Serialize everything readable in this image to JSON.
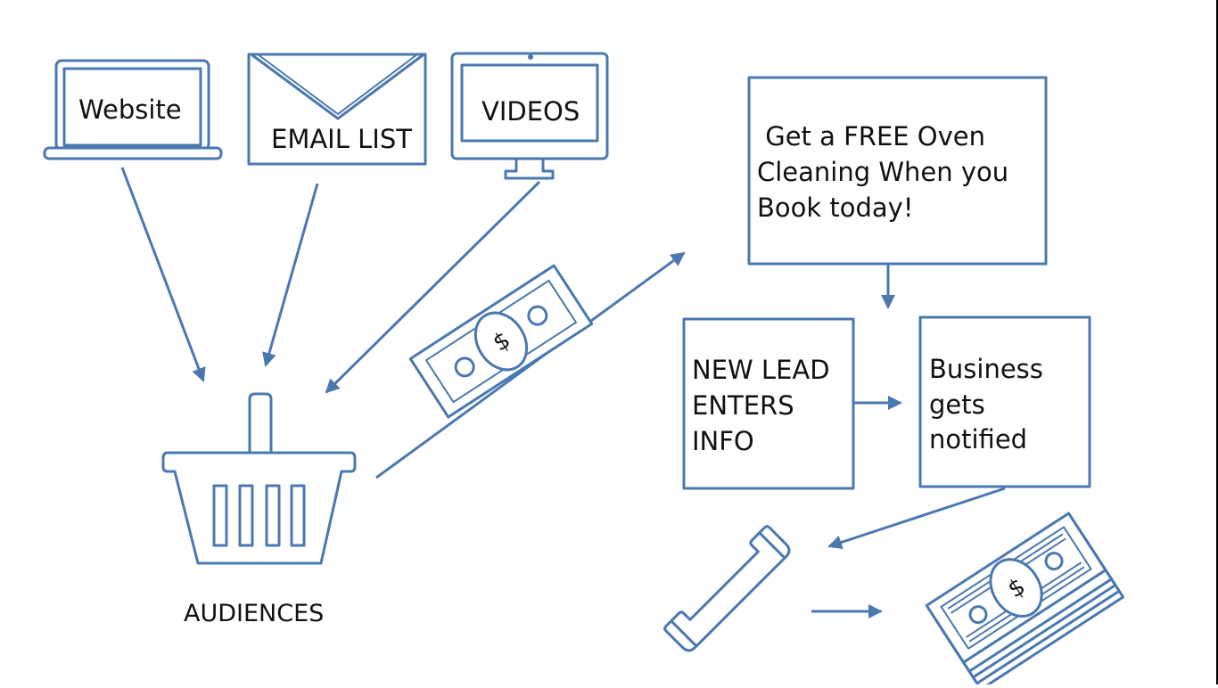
{
  "diagram": {
    "sources": [
      {
        "id": "website",
        "label": "Website",
        "icon": "laptop-icon"
      },
      {
        "id": "email",
        "label": "EMAIL LIST",
        "icon": "envelope-icon"
      },
      {
        "id": "videos",
        "label": "VIDEOS",
        "icon": "monitor-icon"
      }
    ],
    "audience": {
      "label": "AUDIENCES",
      "icon": "basket-icon"
    },
    "offer": {
      "lines": [
        " Get a FREE Oven",
        "Cleaning When you",
        "Book today!"
      ]
    },
    "lead": {
      "lines": [
        "NEW LEAD",
        "ENTERS",
        "INFO"
      ]
    },
    "notify": {
      "lines": [
        "Business",
        "gets",
        "notified"
      ]
    },
    "money_symbol": "$",
    "icons": {
      "bill": "dollar-bill-icon",
      "phone": "phone-handset-icon",
      "stack": "money-stack-icon"
    },
    "colors": {
      "stroke": "#4a78b0",
      "text": "#111111",
      "background": "#ffffff"
    }
  }
}
